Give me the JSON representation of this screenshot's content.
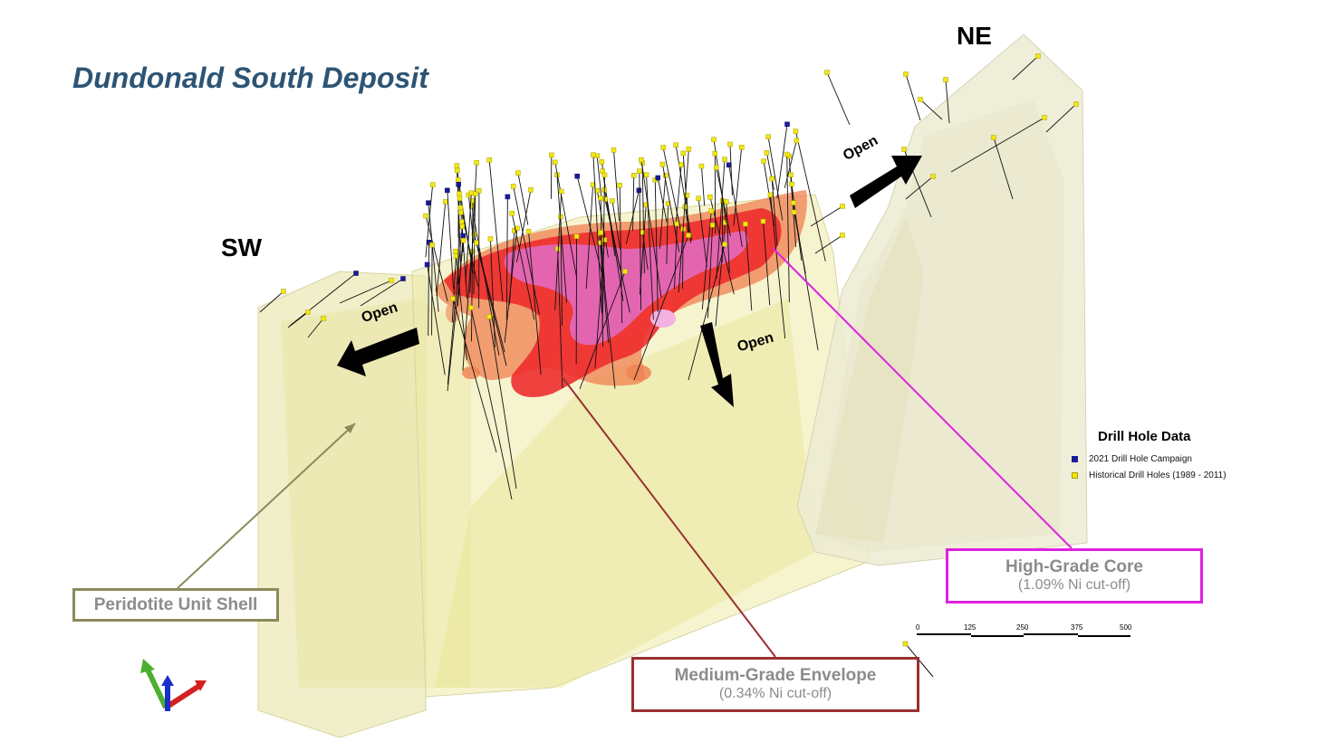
{
  "title": "Dundonald South Deposit",
  "directions": {
    "ne": "NE",
    "sw": "SW"
  },
  "open_labels": {
    "ne": "Open",
    "sw": "Open",
    "down": "Open"
  },
  "legend": {
    "title": "Drill Hole Data",
    "items": [
      {
        "label": "2021 Drill Hole Campaign",
        "color": "#1a1a9c"
      },
      {
        "label": "Historical Drill Holes (1989 - 2011)",
        "color": "#f2e614"
      }
    ]
  },
  "callouts": {
    "peridotite": {
      "line1": "Peridotite Unit Shell",
      "color": "#8c8a5a"
    },
    "medium": {
      "line1": "Medium-Grade Envelope",
      "line2": "(0.34% Ni cut-off)",
      "color": "#9b3030"
    },
    "high": {
      "line1": "High-Grade Core",
      "line2": "(1.09% Ni cut-off)",
      "color": "#e020e0"
    }
  },
  "scale_bar": {
    "ticks": [
      "0",
      "125",
      "250",
      "375",
      "500"
    ]
  },
  "colors": {
    "shell": "#ece9b8",
    "medium_grade": "#ee2d2d",
    "high_grade": "#e070d0",
    "orange_zone": "#f08050",
    "drill_trace": "#111111"
  }
}
